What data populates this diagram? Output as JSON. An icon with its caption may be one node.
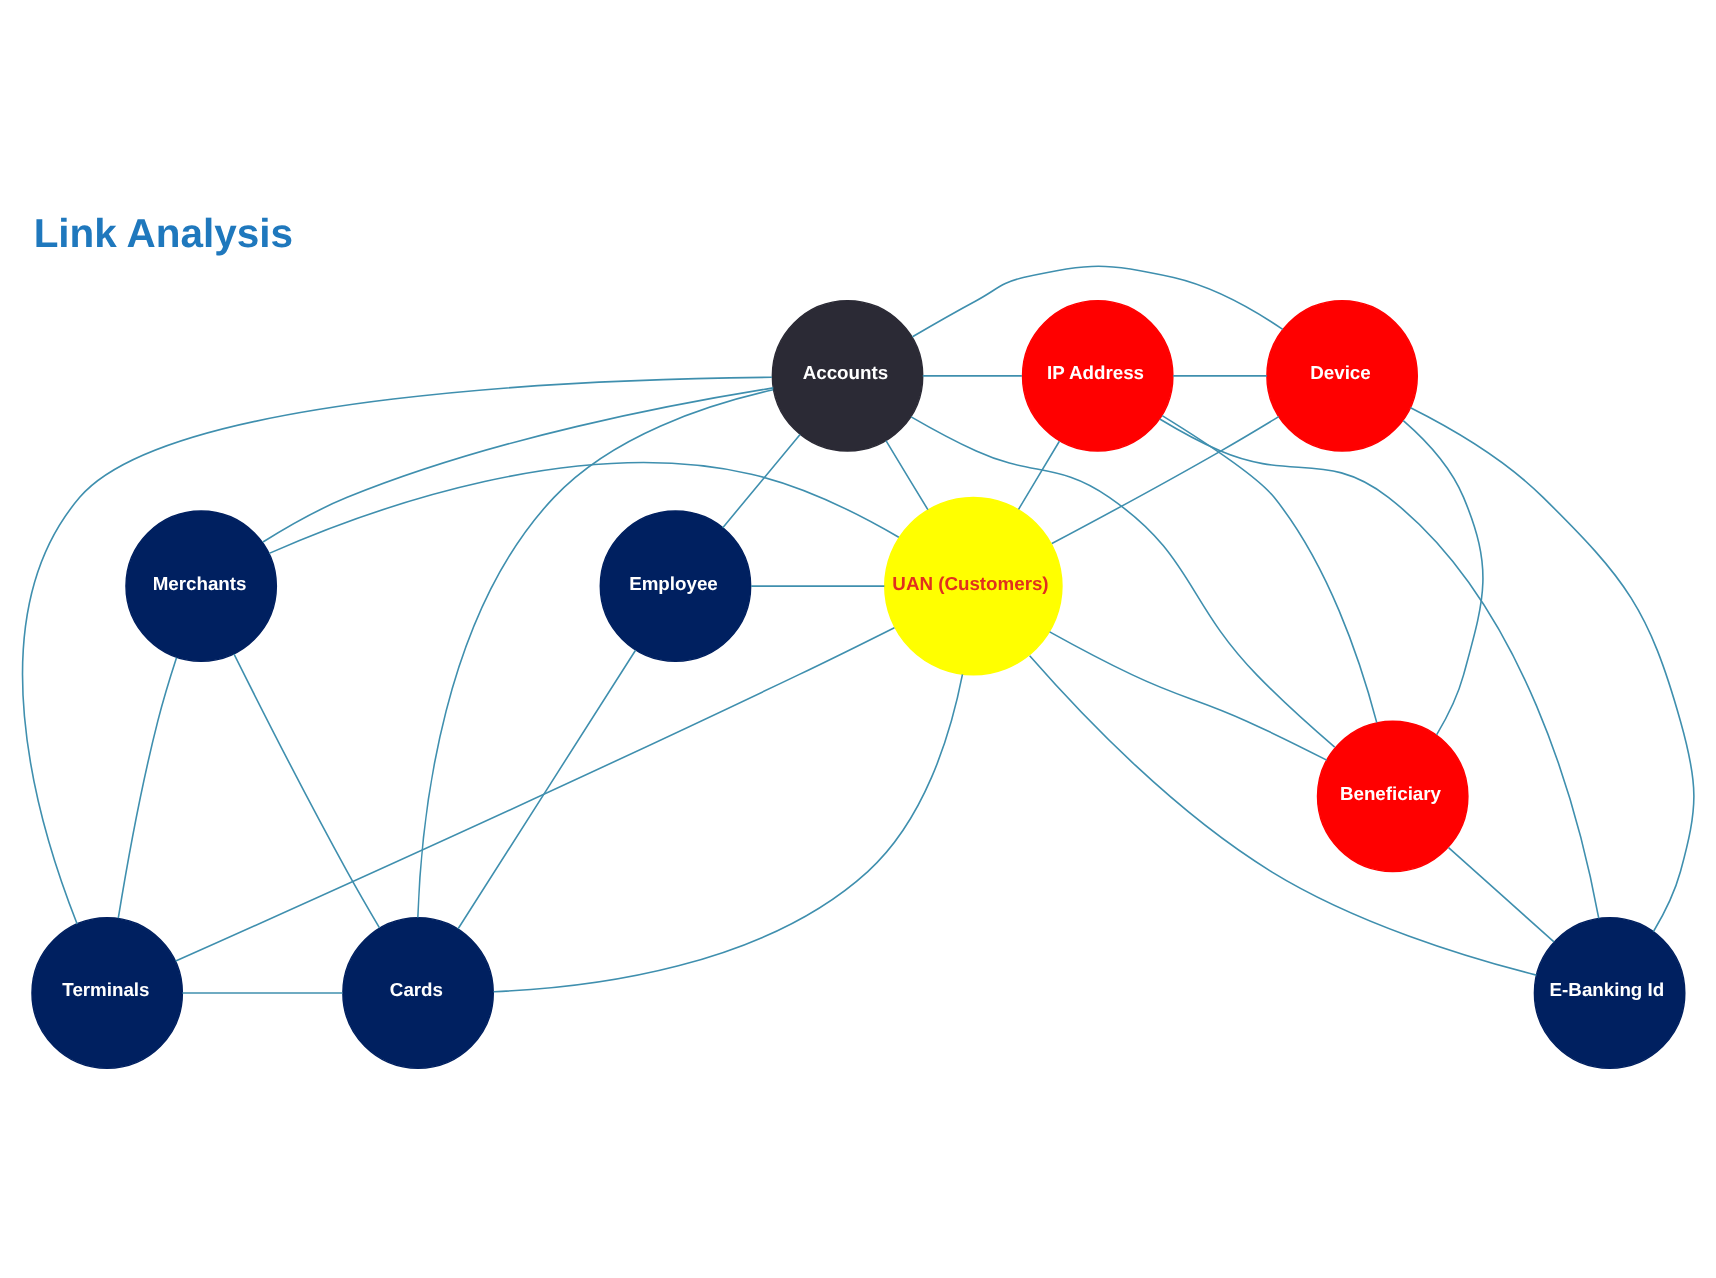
{
  "diagram": {
    "title": "Link Analysis",
    "nodes": [
      {
        "text": [
          "Accounts"
        ]
      },
      {
        "text": [
          "IP Address"
        ]
      },
      {
        "text": [
          "Device"
        ]
      },
      {
        "text": [
          "Employee"
        ]
      },
      {
        "text": [
          "Merchants"
        ]
      },
      {
        "text": [
          "UAN (Customers)"
        ]
      },
      {
        "text": [
          "Beneficiary"
        ]
      },
      {
        "text": [
          "Terminals"
        ]
      },
      {
        "text": [
          "Cards"
        ]
      },
      {
        "text": [
          "E-Banking Id"
        ]
      }
    ],
    "edges": [
      {
        "from": 0,
        "to": 2,
        "arrow": "none"
      },
      {
        "from": 0,
        "to": 1,
        "arrow": "none"
      },
      {
        "from": 0,
        "to": 3,
        "arrow": "none"
      },
      {
        "from": 0,
        "to": 6,
        "arrow": "none"
      },
      {
        "from": 0,
        "to": 4,
        "arrow": "none"
      },
      {
        "from": 0,
        "to": 7,
        "arrow": "none"
      },
      {
        "from": 0,
        "to": 8,
        "arrow": "none"
      },
      {
        "from": 0,
        "to": 5,
        "arrow": "none"
      },
      {
        "from": 1,
        "to": 2,
        "arrow": "none"
      },
      {
        "from": 1,
        "to": 9,
        "arrow": "none"
      },
      {
        "from": 1,
        "to": 6,
        "arrow": "none"
      },
      {
        "from": 1,
        "to": 5,
        "arrow": "none"
      },
      {
        "from": 2,
        "to": 5,
        "arrow": "none"
      },
      {
        "from": 2,
        "to": 9,
        "arrow": "none"
      },
      {
        "from": 2,
        "to": 6,
        "arrow": "none"
      },
      {
        "from": 3,
        "to": 5,
        "arrow": "none"
      },
      {
        "from": 3,
        "to": 8,
        "arrow": "none"
      },
      {
        "from": 4,
        "to": 5,
        "arrow": "none"
      },
      {
        "from": 4,
        "to": 8,
        "arrow": "none"
      },
      {
        "from": 4,
        "to": 7,
        "arrow": "none"
      },
      {
        "from": 5,
        "to": 7,
        "arrow": "none"
      },
      {
        "from": 5,
        "to": 8,
        "arrow": "none"
      },
      {
        "from": 5,
        "to": 9,
        "arrow": "none"
      },
      {
        "from": 5,
        "to": 6,
        "arrow": "none"
      },
      {
        "from": 7,
        "to": 8,
        "arrow": "none"
      },
      {
        "from": 9,
        "to": 6,
        "arrow": "none"
      }
    ]
  }
}
